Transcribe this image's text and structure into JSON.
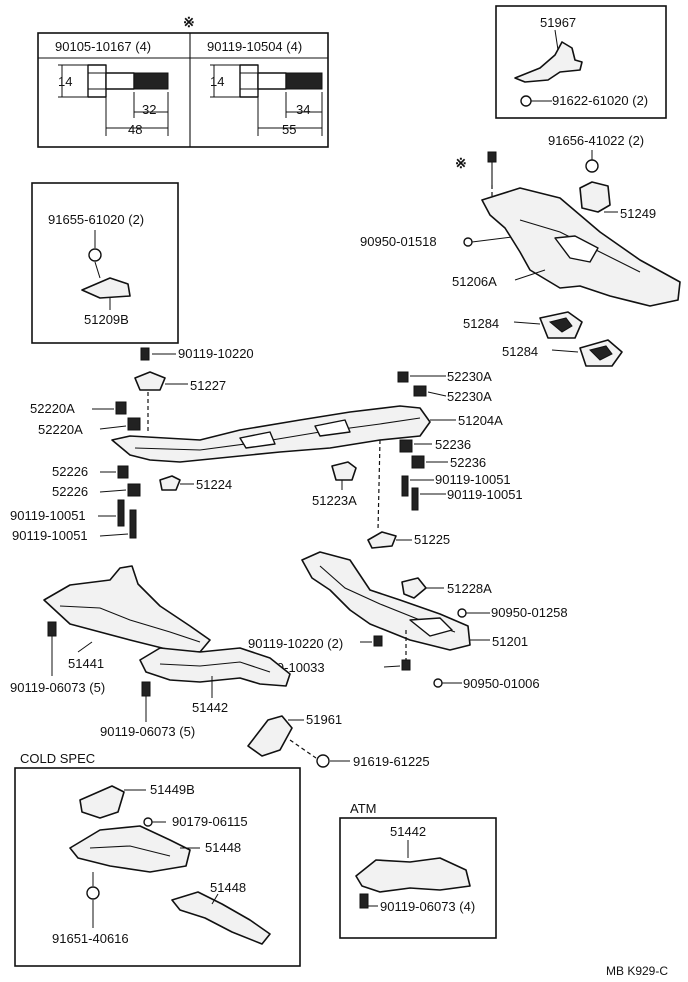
{
  "bolt_table": {
    "marker": "※",
    "left": {
      "part": "90105-10167 (4)",
      "dia": "14",
      "thread": "32",
      "length": "48"
    },
    "right": {
      "part": "90119-10504 (4)",
      "dia": "14",
      "thread": "34",
      "length": "55"
    }
  },
  "labels": {
    "p51967": "51967",
    "p91622": "91622-61020 (2)",
    "p91656": "91656-41022 (2)",
    "asterisk": "※",
    "p51249": "51249",
    "p90950_01518": "90950-01518",
    "p51206A": "51206A",
    "p51284_a": "51284",
    "p51284_b": "51284",
    "p91655": "91655-61020 (2)",
    "p51209B": "51209B",
    "p90119_10220": "90119-10220",
    "p51227": "51227",
    "p52230A_a": "52230A",
    "p52230A_b": "52230A",
    "p52220A_a": "52220A",
    "p52220A_b": "52220A",
    "p51204A": "51204A",
    "p52236_a": "52236",
    "p52236_b": "52236",
    "p52226_a": "52226",
    "p52226_b": "52226",
    "p51224": "51224",
    "p51223A": "51223A",
    "p90119_10051_a": "90119-10051",
    "p90119_10051_b": "90119-10051",
    "p90119_10051_c": "90119-10051",
    "p90119_10051_d": "90119-10051",
    "p51225": "51225",
    "p51228A": "51228A",
    "p90950_01258": "90950-01258",
    "p51201": "51201",
    "p90119_10220_2": "90119-10220 (2)",
    "p90179_10033": "90179-10033",
    "p90950_01006": "90950-01006",
    "p51441": "51441",
    "p90119_06073_a": "90119-06073 (5)",
    "p51442": "51442",
    "p90119_06073_b": "90119-06073 (5)",
    "p51961": "51961",
    "p91619": "91619-61225"
  },
  "cold_spec": {
    "title": "COLD SPEC",
    "p51449B": "51449B",
    "p90179_06115": "90179-06115",
    "p51448_a": "51448",
    "p51448_b": "51448",
    "p91651": "91651-40616"
  },
  "atm": {
    "title": "ATM",
    "p51442": "51442",
    "p90119_06073": "90119-06073 (4)"
  },
  "figure_code": "MB K929-C"
}
